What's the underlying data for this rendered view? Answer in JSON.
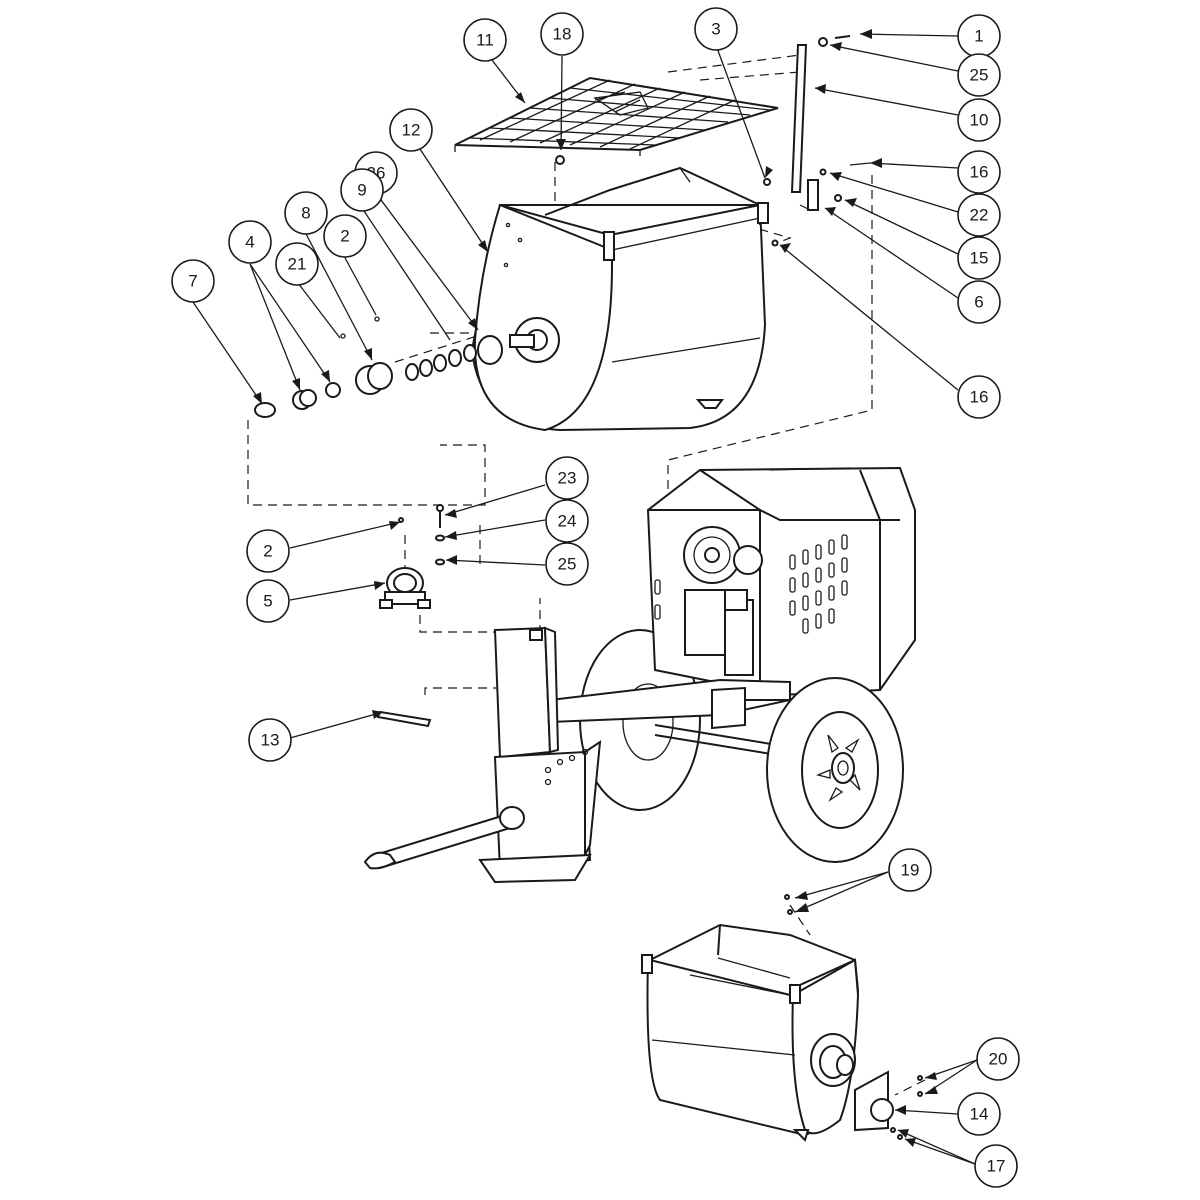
{
  "callouts": [
    {
      "id": "c1",
      "label": "1"
    },
    {
      "id": "c25a",
      "label": "25"
    },
    {
      "id": "c10",
      "label": "10"
    },
    {
      "id": "c16a",
      "label": "16"
    },
    {
      "id": "c22",
      "label": "22"
    },
    {
      "id": "c15",
      "label": "15"
    },
    {
      "id": "c6",
      "label": "6"
    },
    {
      "id": "c16b",
      "label": "16"
    },
    {
      "id": "c3",
      "label": "3"
    },
    {
      "id": "c18",
      "label": "18"
    },
    {
      "id": "c11",
      "label": "11"
    },
    {
      "id": "c12",
      "label": "12"
    },
    {
      "id": "c26",
      "label": "26"
    },
    {
      "id": "c9",
      "label": "9"
    },
    {
      "id": "c8",
      "label": "8"
    },
    {
      "id": "c2a",
      "label": "2"
    },
    {
      "id": "c21",
      "label": "21"
    },
    {
      "id": "c4",
      "label": "4"
    },
    {
      "id": "c7",
      "label": "7"
    },
    {
      "id": "c23",
      "label": "23"
    },
    {
      "id": "c24",
      "label": "24"
    },
    {
      "id": "c25b",
      "label": "25"
    },
    {
      "id": "c2b",
      "label": "2"
    },
    {
      "id": "c5",
      "label": "5"
    },
    {
      "id": "c13",
      "label": "13"
    },
    {
      "id": "c19",
      "label": "19"
    },
    {
      "id": "c20",
      "label": "20"
    },
    {
      "id": "c14",
      "label": "14"
    },
    {
      "id": "c17",
      "label": "17"
    }
  ]
}
